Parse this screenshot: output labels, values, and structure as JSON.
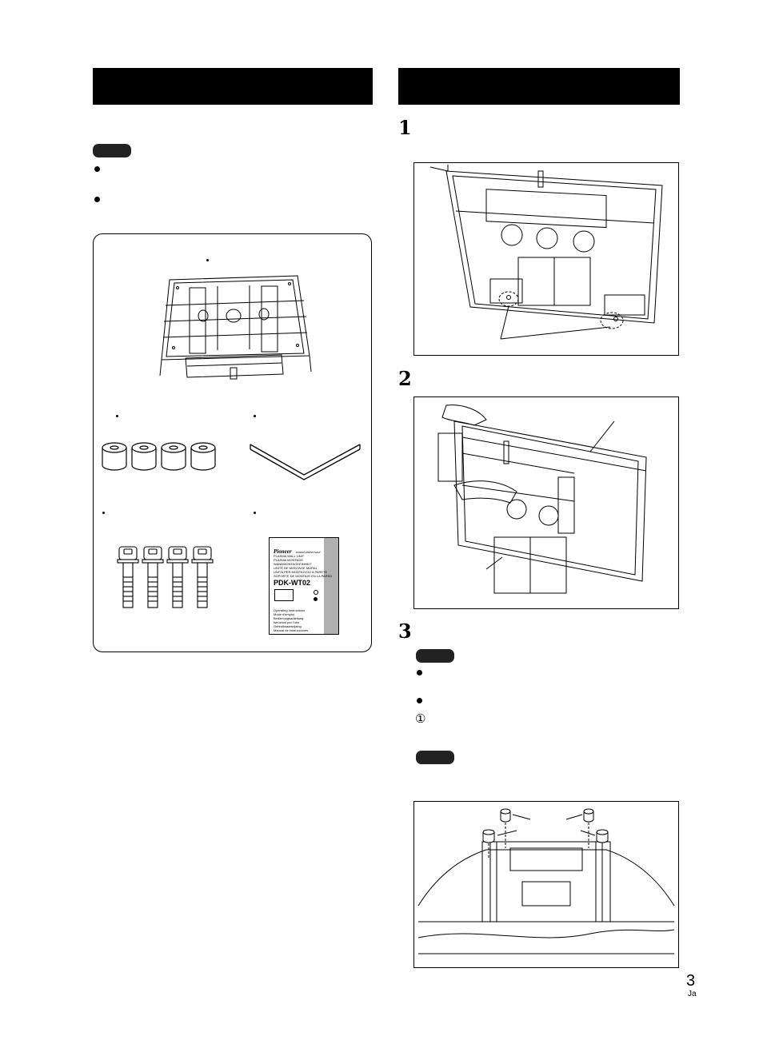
{
  "page": {
    "number": "3",
    "lang": "Ja"
  },
  "steps": [
    {
      "number": "1"
    },
    {
      "number": "2"
    },
    {
      "number": "3"
    }
  ],
  "manual": {
    "brand": "Pioneer",
    "tagline": "sound.vision.soul",
    "lines": [
      "PLASMA WALL UNIT",
      "PLASMA MONTAGE",
      "WANDMONTAGEEINHEIT",
      "UNITÉ DE MONTAGE MURAL",
      "UNITÀ PER MONTAGGIO A PARETE",
      "SOPORTE DE MONTAJE EN LA PARED"
    ],
    "model": "PDK-WT02",
    "footer_lines": [
      "Operating Instructions",
      "Mode d'emploi",
      "Bedienungsanleitung",
      "Istruzioni per l'uso",
      "Gebruiksaanwijzing",
      "Manual de instrucciones"
    ]
  },
  "colors": {
    "ink": "#000000",
    "tag_fill": "#222222",
    "manual_band": "#b0b0b0"
  },
  "list_markers": {
    "circled_one": "①"
  }
}
